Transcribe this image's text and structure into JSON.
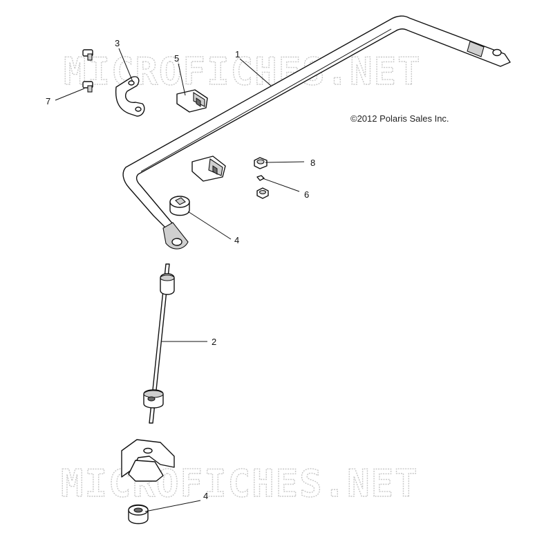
{
  "watermark": "MICROFICHES.NET",
  "copyright": "©2012 Polaris Sales Inc.",
  "callouts": {
    "c1": "1",
    "c2": "2",
    "c3": "3",
    "c4a": "4",
    "c4b": "4",
    "c5": "5",
    "c6": "6",
    "c7": "7",
    "c8": "8"
  }
}
